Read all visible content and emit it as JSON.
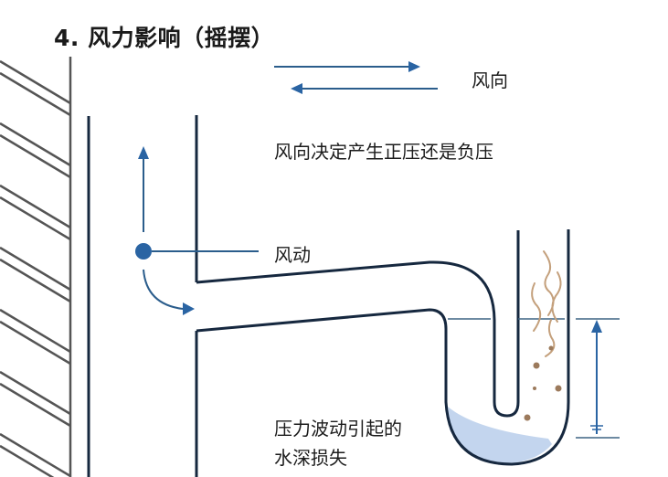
{
  "title": "4. 风力影响（摇摆）",
  "labels": {
    "wind_direction": "风向",
    "wind_direction_note": "风向决定产生正压还是负压",
    "wind_motion": "风动",
    "loss_line1": "压力波动引起的",
    "loss_line2": "水深损失"
  },
  "colors": {
    "pipe_stroke": "#16283f",
    "arrow_blue": "#2a64a3",
    "wall_gray": "#555555",
    "water_fill": "#bcd0ec",
    "debris": "#9c7a5c"
  }
}
